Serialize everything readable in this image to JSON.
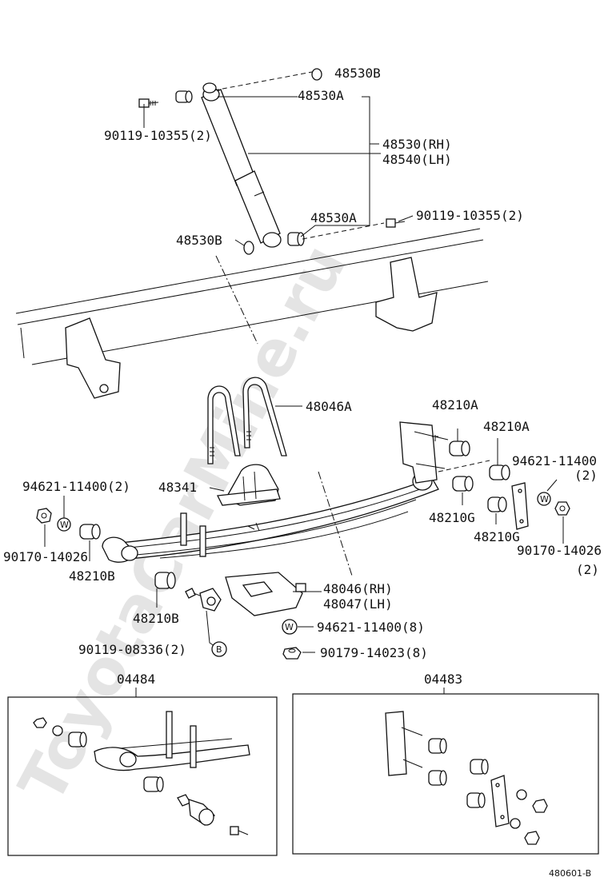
{
  "watermark": "ToyotaCarMine.ru",
  "diagram_id": "480601-B",
  "labels": {
    "p48530B_top": "48530B",
    "p48530A_top": "48530A",
    "bolt_top": "90119-10355(2)",
    "shock_rh": "48530(RH)",
    "shock_lh": "48540(LH)",
    "p48530A_bottom": "48530A",
    "bolt_right": "90119-10355(2)",
    "p48530B_bottom": "48530B",
    "ubolt": "48046A",
    "p48210A_1": "48210A",
    "p48210A_2": "48210A",
    "washer_right": "94621-11400",
    "washer_right_qty": "(2)",
    "bumper": "48341",
    "washer_left": "94621-11400(2)",
    "nut_left": "90170-14026",
    "bush_48210B_1": "48210B",
    "bush_48210G_1": "48210G",
    "bush_48210G_2": "48210G",
    "nut_right": "90170-14026",
    "nut_right_qty": "(2)",
    "seat_rh": "48046(RH)",
    "seat_lh": "48047(LH)",
    "bush_48210B_2": "48210B",
    "washer_8": "94621-11400(8)",
    "bolt_B": "90119-08336(2)",
    "circle_B": "B",
    "washer_symbol": "W",
    "nut_8": "90179-14023(8)",
    "kit_left": "04484",
    "kit_right": "04483"
  }
}
